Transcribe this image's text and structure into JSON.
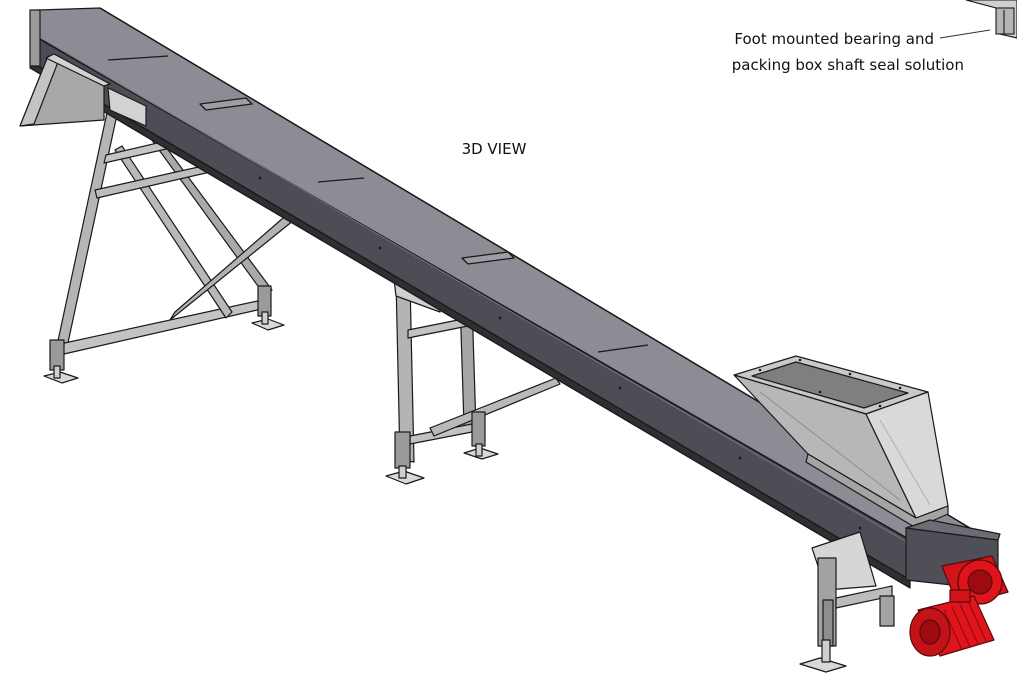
{
  "title": "3D VIEW",
  "callout": {
    "line1": "Foot mounted bearing and",
    "line2": "packing box shaft seal solution"
  },
  "colors": {
    "background": "#ffffff",
    "trough_top": "#8c8c94",
    "trough_side": "#4d4d55",
    "trough_dark": "#2e2e33",
    "steel_light": "#c8c8c8",
    "steel_mid": "#a7a7a7",
    "steel_dark": "#7a7a7a",
    "motor": "#e0141b",
    "motor_dark": "#9c0b10",
    "outline": "#1a1a1a"
  }
}
